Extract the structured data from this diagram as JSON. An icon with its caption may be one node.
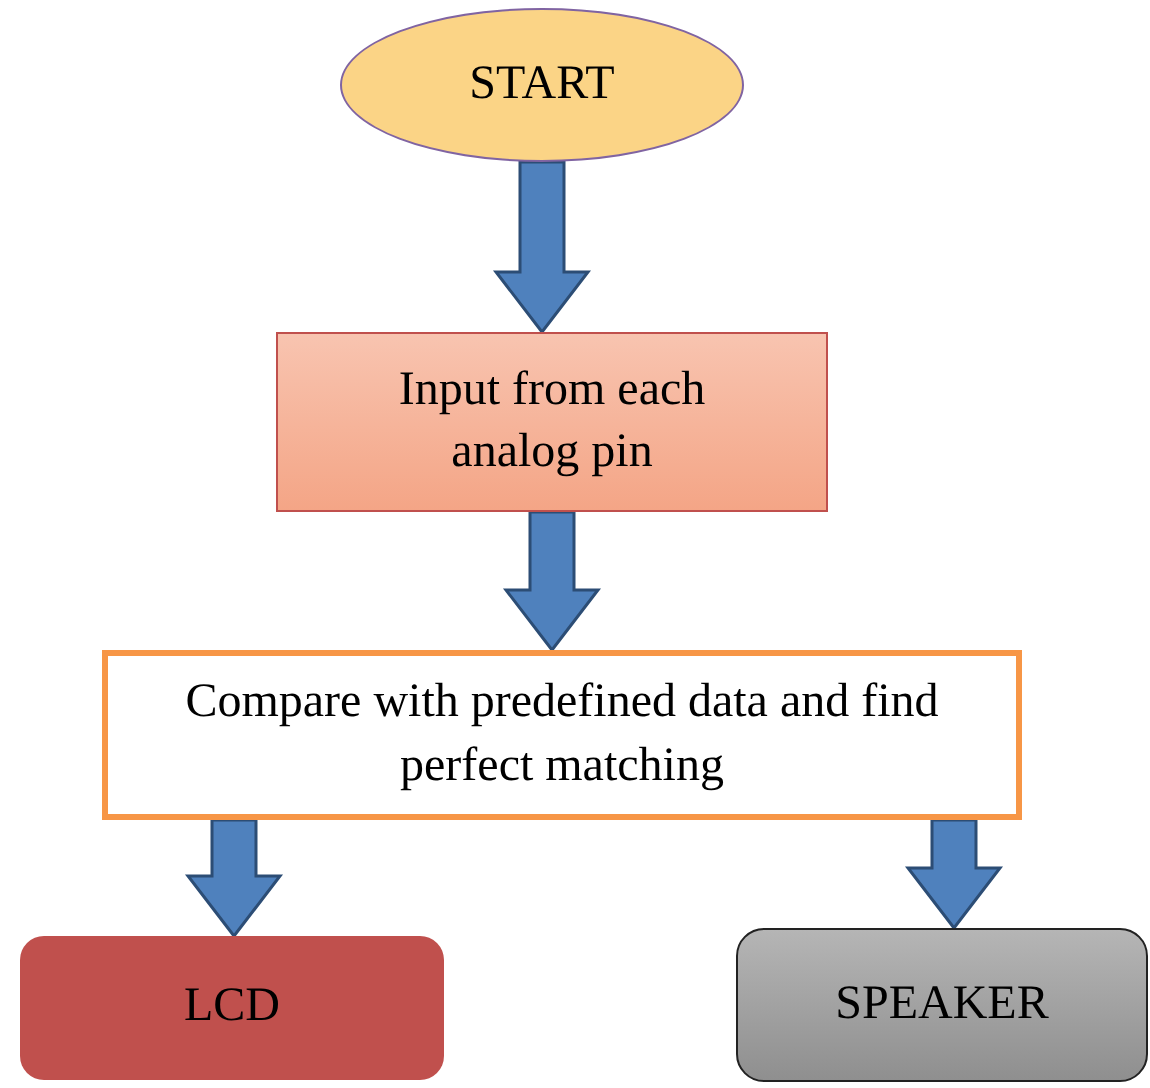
{
  "diagram": {
    "nodes": [
      {
        "text": [
          "START"
        ]
      },
      {
        "text": [
          "Input from each analog pin"
        ]
      },
      {
        "text": [
          "Compare with predefined data and find perfect matching"
        ]
      },
      {
        "text": [
          "LCD"
        ]
      },
      {
        "text": [
          "SPEAKER"
        ]
      }
    ],
    "edges": [
      {
        "from": 0,
        "to": 1,
        "arrow": "to"
      },
      {
        "from": 1,
        "to": 2,
        "arrow": "to"
      },
      {
        "from": 2,
        "to": 3,
        "arrow": "to"
      },
      {
        "from": 2,
        "to": 4,
        "arrow": "to"
      }
    ]
  }
}
